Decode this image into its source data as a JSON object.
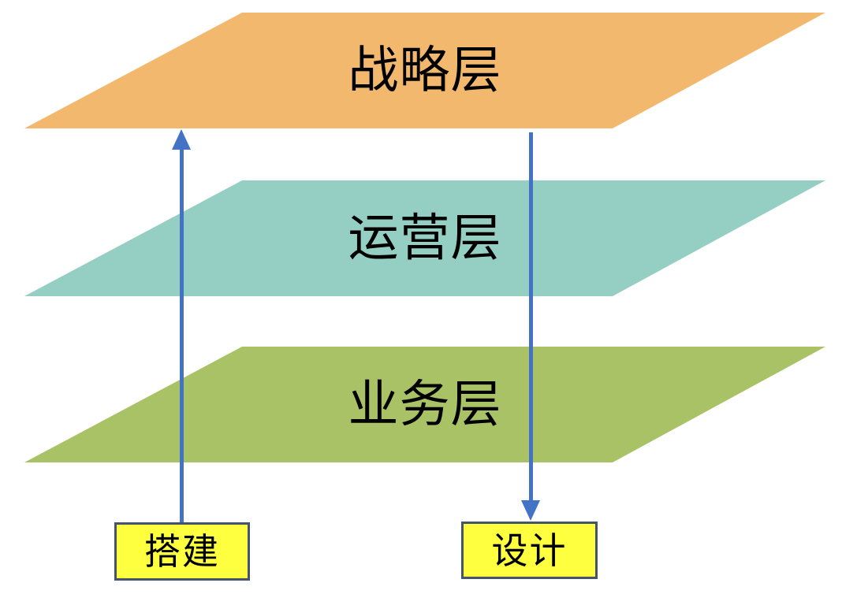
{
  "canvas": {
    "background": "#FFFFFF",
    "text_color": "#000000"
  },
  "layers": [
    {
      "label": "战略层",
      "fill": "#F2B96E"
    },
    {
      "label": "运营层",
      "fill": "#95CEC3"
    },
    {
      "label": "业务层",
      "fill": "#A9C266"
    }
  ],
  "arrows": {
    "build": {
      "label": "搭建",
      "direction": "up",
      "color": "#4472C4"
    },
    "design": {
      "label": "设计",
      "direction": "down",
      "color": "#4472C4"
    }
  },
  "label_box": {
    "fill": "#FEFF3E",
    "border": "#44546A"
  }
}
